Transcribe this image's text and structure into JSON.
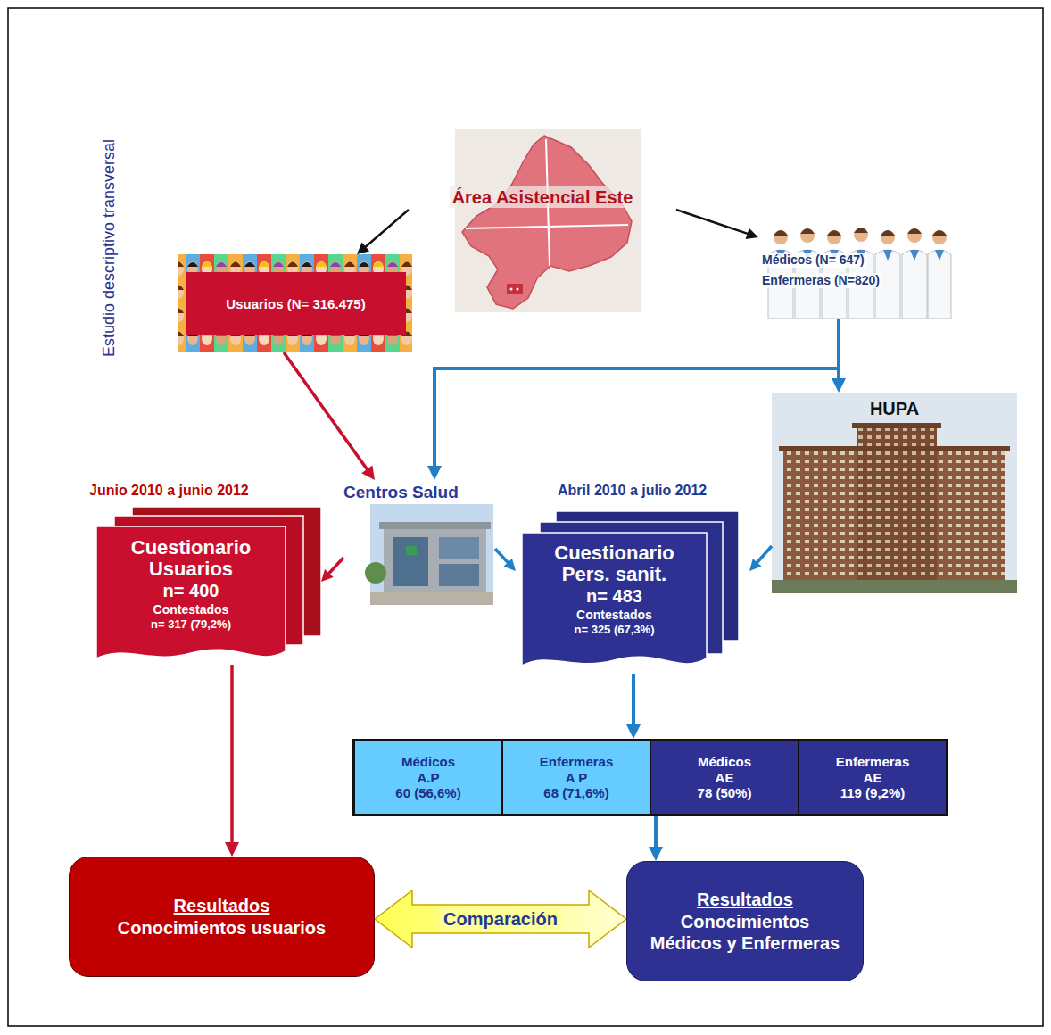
{
  "diagram": {
    "nodes": [
      {
        "text": [
          "Área Asistencial Este"
        ]
      },
      {
        "text": [
          "Usuarios (N= 316.475)"
        ]
      },
      {
        "text": [
          "Médicos (N= 647)",
          "Enfermeras (N=820)"
        ]
      },
      {
        "text": [
          "Junio 2010 a junio 2012",
          "Cuestionario Usuarios",
          "n= 400",
          "Contestados",
          "n= 317 (79,2%)"
        ]
      },
      {
        "text": [
          "Centros Salud"
        ]
      },
      {
        "text": [
          "Abril 2010 a julio 2012",
          "Cuestionario Pers. sanit.",
          "n= 483",
          "Contestados",
          "n= 325 (67,3%)"
        ]
      },
      {
        "text": [
          "HUPA"
        ]
      },
      {
        "text": [
          "Médicos A.P",
          "60 (56,6%)",
          "Enfermeras A P",
          "68 (71,6%)",
          "Médicos AE",
          "78 (50%)",
          "Enfermeras AE",
          "119 (9,2%)"
        ]
      },
      {
        "text": [
          "Resultados",
          "Conocimientos usuarios"
        ]
      },
      {
        "text": [
          "Resultados",
          "Conocimientos Médicos y Enfermeras"
        ]
      }
    ],
    "edges": [
      {
        "from": 0,
        "to": 1,
        "arrow": "to"
      },
      {
        "from": 0,
        "to": 2,
        "arrow": "to"
      },
      {
        "from": 1,
        "to": 4,
        "arrow": "to"
      },
      {
        "from": 2,
        "to": 4,
        "arrow": "to"
      },
      {
        "from": 2,
        "to": 6,
        "arrow": "to"
      },
      {
        "from": 4,
        "to": 3,
        "arrow": "to"
      },
      {
        "from": 4,
        "to": 5,
        "arrow": "to"
      },
      {
        "from": 6,
        "to": 5,
        "arrow": "to"
      },
      {
        "from": 5,
        "to": 7,
        "arrow": "to"
      },
      {
        "from": 3,
        "to": 8,
        "arrow": "to"
      },
      {
        "from": 7,
        "to": 9,
        "arrow": "to"
      },
      {
        "from": 8,
        "to": 9,
        "arrow": "both",
        "label": "Comparación"
      }
    ],
    "labels": [
      "Estudio descriptivo transversal"
    ]
  }
}
